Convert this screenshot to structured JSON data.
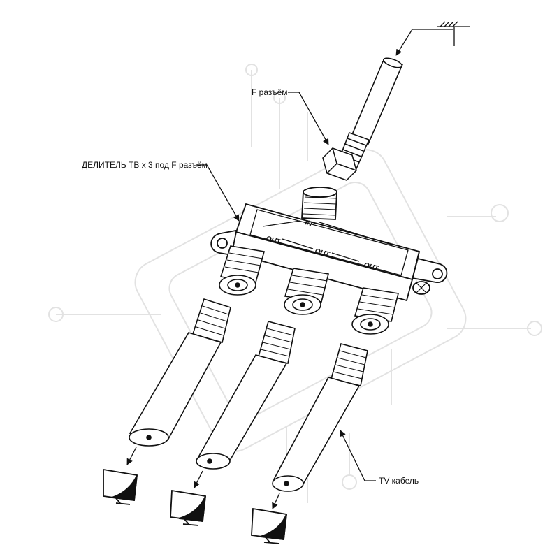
{
  "labels": {
    "connector": "F разъём",
    "splitter": "ДЕЛИТЕЛЬ ТВ x 3 под F разъём",
    "cable": "TV кабель"
  },
  "ports": {
    "in": "IN",
    "out_left": "OUT",
    "out_center": "OUT",
    "out_right": "OUT"
  },
  "icons": [
    "antenna-icon",
    "tv-icon",
    "arrow-icon"
  ],
  "colors": {
    "line": "#111111",
    "watermark": "#e2e2e2"
  }
}
